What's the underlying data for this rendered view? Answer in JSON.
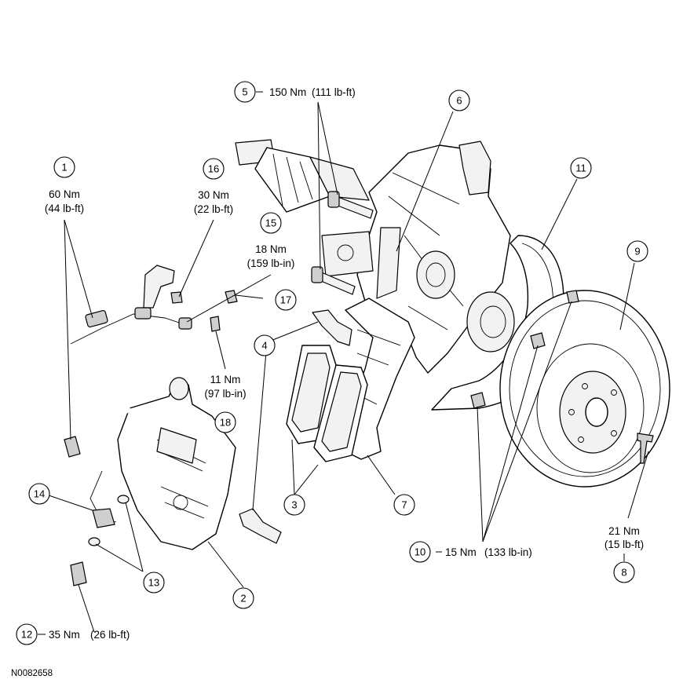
{
  "figure_id": "N0082658",
  "callouts": [
    {
      "id": "1",
      "torque_nm": "60 Nm",
      "torque_imp": "(44 lb-ft)"
    },
    {
      "id": "2",
      "torque_nm": "",
      "torque_imp": ""
    },
    {
      "id": "3",
      "torque_nm": "",
      "torque_imp": ""
    },
    {
      "id": "4",
      "torque_nm": "",
      "torque_imp": ""
    },
    {
      "id": "5",
      "torque_nm": "150 Nm",
      "torque_imp": "(111 lb-ft)"
    },
    {
      "id": "6",
      "torque_nm": "",
      "torque_imp": ""
    },
    {
      "id": "7",
      "torque_nm": "",
      "torque_imp": ""
    },
    {
      "id": "8",
      "torque_nm": "21 Nm",
      "torque_imp": "(15 lb-ft)"
    },
    {
      "id": "9",
      "torque_nm": "",
      "torque_imp": ""
    },
    {
      "id": "10",
      "torque_nm": "15 Nm",
      "torque_imp": "(133 lb-in)"
    },
    {
      "id": "11",
      "torque_nm": "",
      "torque_imp": ""
    },
    {
      "id": "12",
      "torque_nm": "35 Nm",
      "torque_imp": "(26 lb-ft)"
    },
    {
      "id": "13",
      "torque_nm": "",
      "torque_imp": ""
    },
    {
      "id": "14",
      "torque_nm": "",
      "torque_imp": ""
    },
    {
      "id": "15",
      "torque_nm": "18 Nm",
      "torque_imp": "(159 lb-in)"
    },
    {
      "id": "16",
      "torque_nm": "30 Nm",
      "torque_imp": "(22 lb-ft)"
    },
    {
      "id": "17",
      "torque_nm": "",
      "torque_imp": ""
    },
    {
      "id": "18",
      "torque_nm": "11 Nm",
      "torque_imp": "(97 lb-in)"
    }
  ]
}
